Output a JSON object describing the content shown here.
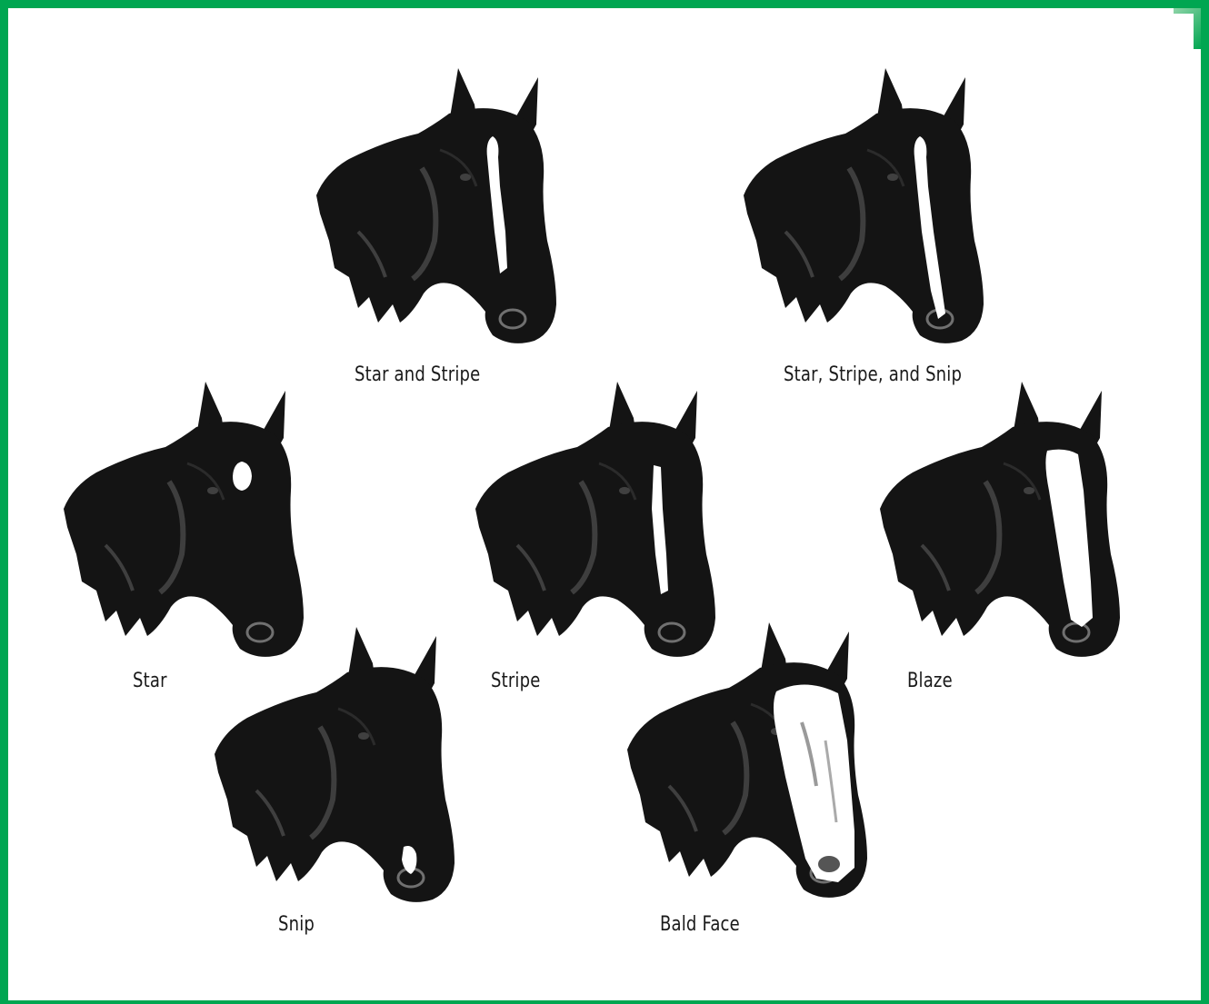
{
  "colors": {
    "frame": "#00a651",
    "horse": "#141414",
    "marking": "#ffffff"
  },
  "markings": [
    {
      "id": "star-and-stripe",
      "label": "Star and Stripe"
    },
    {
      "id": "star-stripe-snip",
      "label": "Star, Stripe, and Snip"
    },
    {
      "id": "star",
      "label": "Star"
    },
    {
      "id": "stripe",
      "label": "Stripe"
    },
    {
      "id": "blaze",
      "label": "Blaze"
    },
    {
      "id": "snip",
      "label": "Snip"
    },
    {
      "id": "bald-face",
      "label": "Bald Face"
    }
  ]
}
